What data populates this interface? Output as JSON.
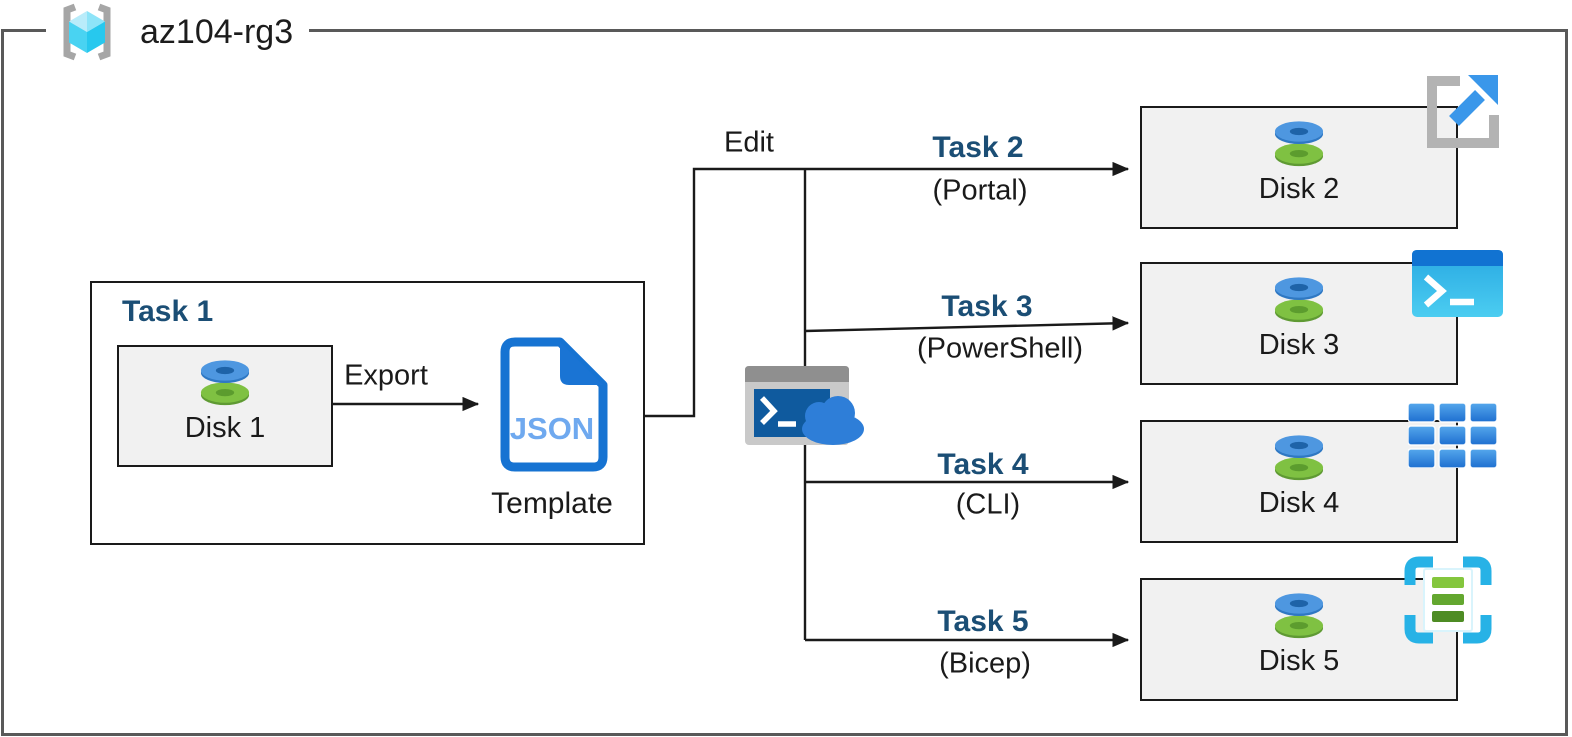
{
  "resource_group": {
    "name": "az104-rg3"
  },
  "labels": {
    "edit": "Edit",
    "export": "Export",
    "template": "Template",
    "json_badge": "JSON"
  },
  "task1": {
    "title": "Task 1",
    "disk": "Disk 1"
  },
  "branches": [
    {
      "task": "Task 2",
      "method": "(Portal)",
      "disk": "Disk 2",
      "icon": "pop-out-arrow-icon"
    },
    {
      "task": "Task 3",
      "method": "(PowerShell)",
      "disk": "Disk 3",
      "icon": "powershell-window-icon"
    },
    {
      "task": "Task 4",
      "method": "(CLI)",
      "disk": "Disk 4",
      "icon": "cli-grid-icon"
    },
    {
      "task": "Task 5",
      "method": "(Bicep)",
      "disk": "Disk 5",
      "icon": "bicep-file-icon"
    }
  ],
  "icons": {
    "resource_group": "resource-group-icon",
    "disk": "managed-disk-icon",
    "json_template": "json-template-file-icon",
    "cloud_shell": "cloud-shell-icon"
  },
  "colors": {
    "task_label": "#1b4e75",
    "connector": "#1a1a1a",
    "box_fill": "#f1f1f1",
    "outer_border": "#595959",
    "azure_blue": "#1673d2",
    "disk_blue": "#4e97e0",
    "disk_green": "#7fc142",
    "cyan_accent": "#27b2e6"
  }
}
